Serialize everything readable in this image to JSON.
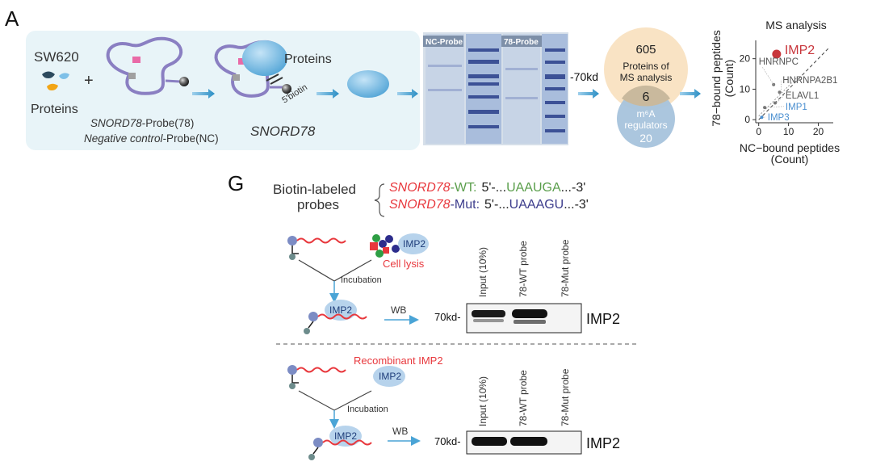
{
  "panel_a": {
    "label": "A",
    "cell_line": "SW620",
    "plus": "+",
    "proteins": "Proteins",
    "proteins_bound": "Proteins",
    "probe_78_italic": "SNORD78",
    "probe_78_rest": "-Probe(78)",
    "probe_nc_italic": "Negative control",
    "probe_nc_rest": "-Probe(NC)",
    "biotin": "5'biotin",
    "snord78": "SNORD78",
    "gel_label_nc": "NC-Probe",
    "gel_label_78": "78-Probe",
    "gel_marker": "-70kd",
    "venn_top_count": "605",
    "venn_top_text_1": "Proteins of",
    "venn_top_text_2": "MS analysis",
    "venn_overlap": "6",
    "venn_bottom_text_1": "m⁶A",
    "venn_bottom_text_2": "regulators",
    "venn_bottom_count": "20"
  },
  "panel_g": {
    "label": "G",
    "probes_label_1": "Biotin-labeled",
    "probes_label_2": "probes",
    "wt_italic": "SNORD78",
    "wt_suffix": "-WT:",
    "wt_seq_start": "5'-...",
    "wt_seq_mid": "UAAUGA",
    "wt_seq_end": "...-3'",
    "mut_italic": "SNORD78",
    "mut_suffix": "-Mut:",
    "mut_seq_start": "5'-...",
    "mut_seq_a": "UAA",
    "mut_seq_b": "AGU",
    "mut_seq_end": "...-3'",
    "imp2_label": "IMP2",
    "cell_lysis": "Cell lysis",
    "incubation": "Incubation",
    "wb": "WB",
    "lane_1": "Input (10%)",
    "lane_2": "78-WT probe",
    "lane_3": "78-Mut probe",
    "blot_marker": "70kd-",
    "blot_protein": "IMP2",
    "recombinant": "Recombinant IMP2"
  },
  "colors": {
    "light_blue_panel": "#e8f4f8",
    "red": "#e8383d",
    "green": "#5a9e4b",
    "purple": "#3c3c8c",
    "orange_circle": "#f9e3c4",
    "blue_circle": "#a6c3dc",
    "probe_purple": "#8a7fc2",
    "imp2_blue": "#b7d3ec",
    "arrow_blue": "#4aa4d6"
  },
  "chart_data": {
    "type": "scatter",
    "title": "MS analysis",
    "xlabel": "NC−bound peptides (Count)",
    "ylabel": "78−bound peptides (Count)",
    "xlim": [
      -1,
      25
    ],
    "ylim": [
      -1,
      26
    ],
    "xticks": [
      0,
      10,
      20
    ],
    "yticks": [
      0,
      10,
      20
    ],
    "points": [
      {
        "label": "IMP2",
        "x": 6,
        "y": 21.5,
        "color": "#c8363c",
        "highlight": true
      },
      {
        "label": "HNRNPC",
        "x": 5,
        "y": 11.5,
        "color": "#777777"
      },
      {
        "label": "HNRNPA2B1",
        "x": 7,
        "y": 9,
        "color": "#777777"
      },
      {
        "label": "ELAVL1",
        "x": 5.5,
        "y": 5.5,
        "color": "#777777"
      },
      {
        "label": "IMP1",
        "x": 2,
        "y": 4,
        "color": "#777777"
      },
      {
        "label": "IMP3",
        "x": 1,
        "y": 0.8,
        "color": "#4a8fd0"
      }
    ],
    "label_texts": {
      "IMP2": "IMP2",
      "HNRNPC": "HNRNPC",
      "HNRNPA2B1": "HNRNPA2B1",
      "ELAVL1": "ELAVL1",
      "IMP1": "IMP1",
      "IMP3": "IMP3"
    }
  }
}
